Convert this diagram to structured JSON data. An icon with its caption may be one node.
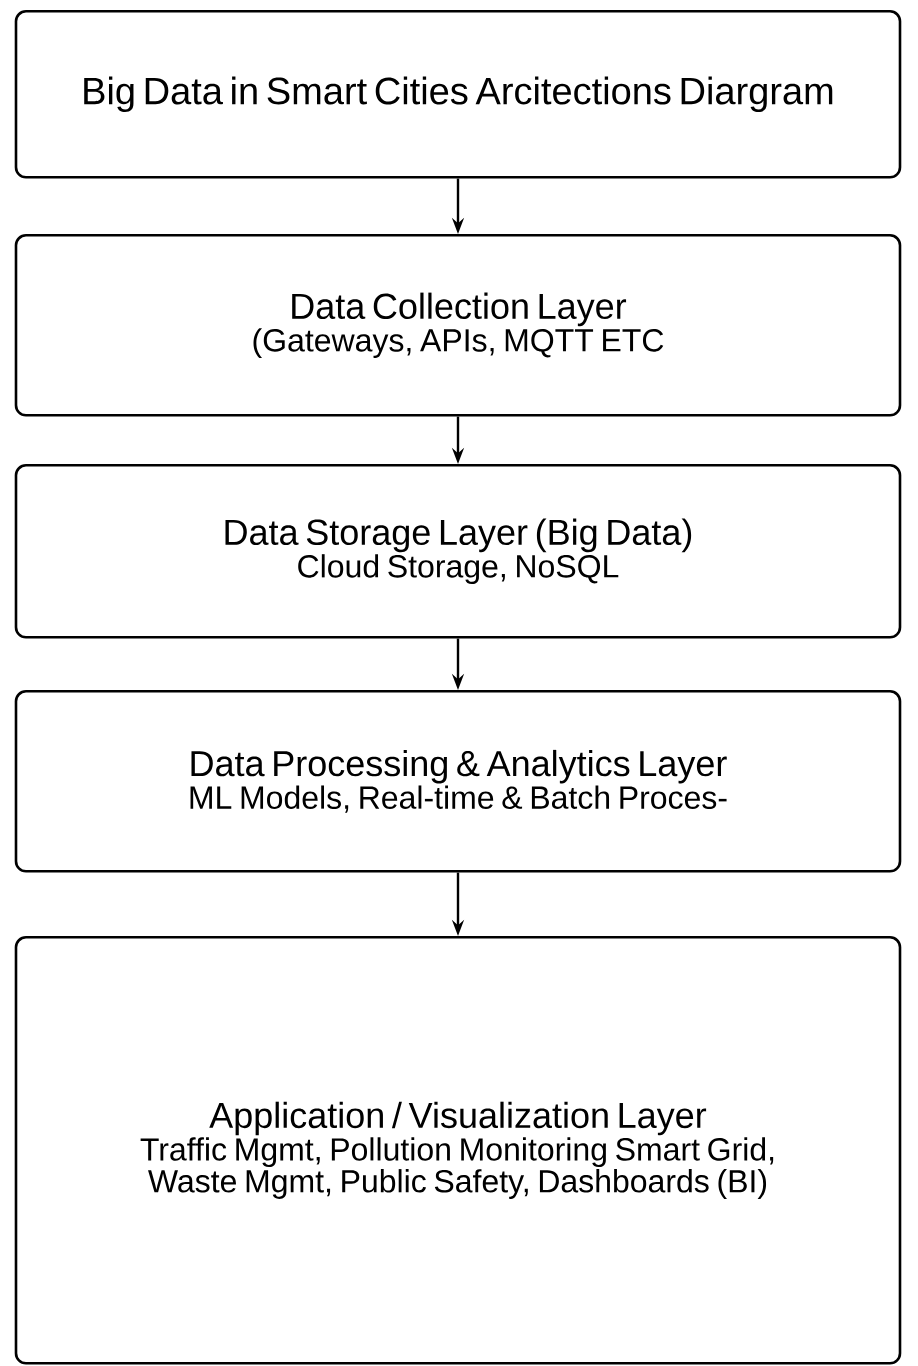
{
  "diagram": {
    "nodes": [
      {
        "text": [
          "Big Data in Smart Cities Arcitections Diargram"
        ]
      },
      {
        "text": [
          "Data Collection Layer",
          "(Gateways, APIs, MQTT ETC"
        ]
      },
      {
        "text": [
          "Data Storage Layer (Big Data)",
          "Cloud Storage, NoSQL"
        ]
      },
      {
        "text": [
          "Data Processing & Analytics Layer",
          "ML Models, Real-time & Batch Proces-"
        ]
      },
      {
        "text": [
          "Application / Visualization Layer",
          "Traffic Mgmt, Pollution Monitoring Smart Grid, Waste Mgmt, Public Safety, Dashboards (BI)"
        ]
      }
    ],
    "edges": [
      {
        "from": 0,
        "to": 1,
        "arrow": "to"
      },
      {
        "from": 1,
        "to": 2,
        "arrow": "to"
      },
      {
        "from": 2,
        "to": 3,
        "arrow": "to"
      },
      {
        "from": 3,
        "to": 4,
        "arrow": "to"
      }
    ]
  }
}
